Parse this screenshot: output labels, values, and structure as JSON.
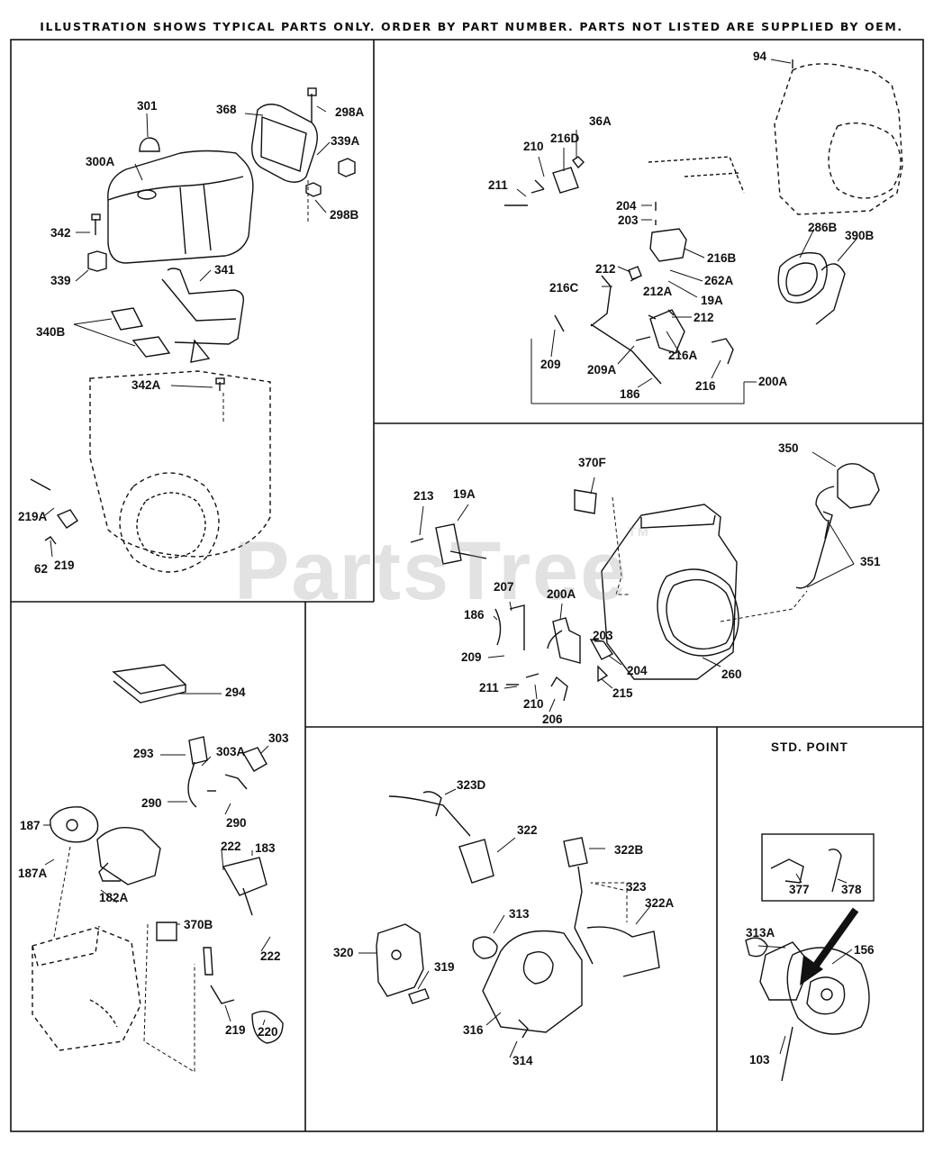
{
  "header": "ILLUSTRATION SHOWS TYPICAL PARTS ONLY. ORDER BY PART NUMBER. PARTS NOT LISTED ARE SUPPLIED BY OEM.",
  "watermark": "PartsTree",
  "watermark_mark": "TM",
  "std_point_title": "STD. POINT",
  "parts": {
    "p94": "94",
    "p36A": "36A",
    "p210a": "210",
    "p216D": "216D",
    "p211a": "211",
    "p204a": "204",
    "p203a": "203",
    "p216B": "216B",
    "p262A": "262A",
    "p212a": "212",
    "p216C": "216C",
    "p212A": "212A",
    "p19Aa": "19A",
    "p212b": "212",
    "p209a": "209",
    "p209A": "209A",
    "p216A": "216A",
    "p186a": "186",
    "p216": "216",
    "p200Aa": "200A",
    "p286B": "286B",
    "p390B": "390B",
    "p301": "301",
    "p300A": "300A",
    "p368": "368",
    "p298A": "298A",
    "p339A": "339A",
    "p298B": "298B",
    "p342": "342",
    "p339": "339",
    "p341": "341",
    "p340B": "340B",
    "p342A": "342A",
    "p219A": "219A",
    "p219a": "219",
    "p62": "62",
    "p350": "350",
    "p370F": "370F",
    "p213": "213",
    "p19Ab": "19A",
    "p351": "351",
    "p207": "207",
    "p200Ab": "200A",
    "p186b": "186",
    "p209b": "209",
    "p203b": "203",
    "p204b": "204",
    "p211b": "211",
    "p210b": "210",
    "p215": "215",
    "p206": "206",
    "p260": "260",
    "p294": "294",
    "p293": "293",
    "p303A": "303A",
    "p303": "303",
    "p290a": "290",
    "p290b": "290",
    "p187": "187",
    "p222a": "222",
    "p183": "183",
    "p187A": "187A",
    "p182A": "182A",
    "p370B": "370B",
    "p222b": "222",
    "p219b": "219",
    "p220": "220",
    "p323D": "323D",
    "p322": "322",
    "p322B": "322B",
    "p323": "323",
    "p322A": "322A",
    "p313": "313",
    "p320": "320",
    "p319": "319",
    "p316": "316",
    "p314": "314",
    "p377": "377",
    "p378": "378",
    "p313A": "313A",
    "p156": "156",
    "p103": "103"
  }
}
